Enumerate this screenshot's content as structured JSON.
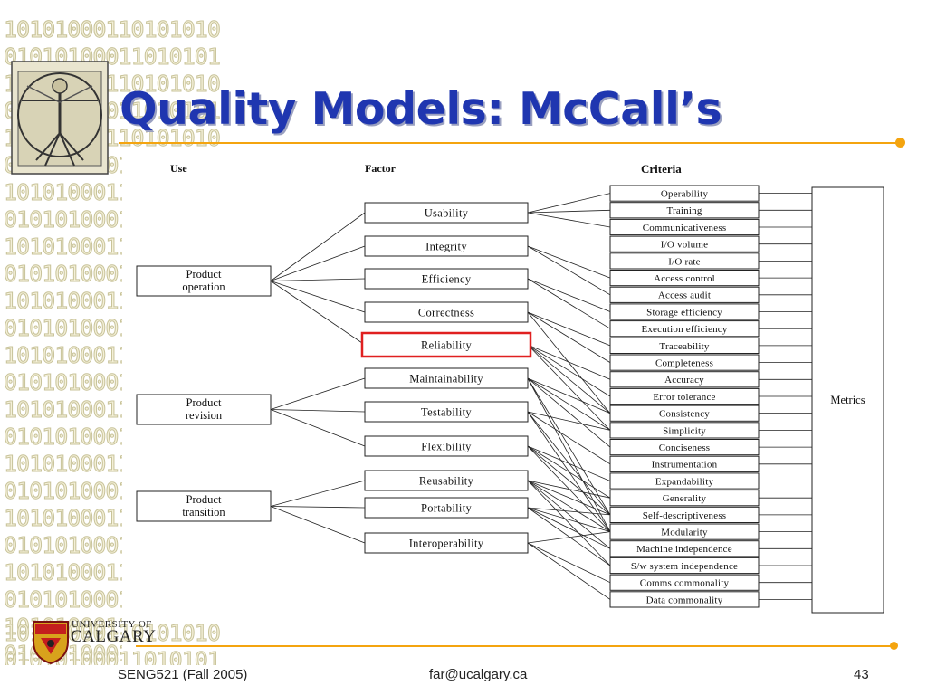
{
  "slide": {
    "title": "Quality Models: McCall’s",
    "accent_color": "#f4a40f",
    "title_color": "#1f36b0"
  },
  "decor": {
    "binary_text": "10101000110101010",
    "binary_alt": "01010100011010101",
    "logo_icon": "vitruvian-man-icon"
  },
  "diagram": {
    "headers": {
      "use": "Use",
      "factor": "Factor",
      "criteria": "Criteria"
    },
    "uses": [
      {
        "line1": "Product",
        "line2": "operation"
      },
      {
        "line1": "Product",
        "line2": "revision"
      },
      {
        "line1": "Product",
        "line2": "transition"
      }
    ],
    "factors": [
      "Usability",
      "Integrity",
      "Efficiency",
      "Correctness",
      "Reliability",
      "Maintainability",
      "Testability",
      "Flexibility",
      "Reusability",
      "Portability",
      "Interoperability"
    ],
    "highlighted_factor": "Reliability",
    "highlight_color": "#e02020",
    "criteria": [
      "Operability",
      "Training",
      "Communicativeness",
      "I/O volume",
      "I/O rate",
      "Access control",
      "Access audit",
      "Storage efficiency",
      "Execution efficiency",
      "Traceability",
      "Completeness",
      "Accuracy",
      "Error tolerance",
      "Consistency",
      "Simplicity",
      "Conciseness",
      "Instrumentation",
      "Expandability",
      "Generality",
      "Self-descriptiveness",
      "Modularity",
      "Machine independence",
      "S/w system independence",
      "Comms commonality",
      "Data commonality"
    ],
    "metrics": "Metrics",
    "use_factor_links": [
      [
        0,
        0
      ],
      [
        0,
        1
      ],
      [
        0,
        2
      ],
      [
        0,
        3
      ],
      [
        0,
        4
      ],
      [
        1,
        5
      ],
      [
        1,
        6
      ],
      [
        1,
        7
      ],
      [
        2,
        8
      ],
      [
        2,
        9
      ],
      [
        2,
        10
      ]
    ],
    "factor_criteria_links": [
      [
        0,
        0
      ],
      [
        0,
        1
      ],
      [
        0,
        2
      ],
      [
        1,
        5
      ],
      [
        1,
        6
      ],
      [
        2,
        7
      ],
      [
        2,
        8
      ],
      [
        3,
        9
      ],
      [
        3,
        10
      ],
      [
        3,
        13
      ],
      [
        4,
        11
      ],
      [
        4,
        12
      ],
      [
        4,
        13
      ],
      [
        4,
        14
      ],
      [
        5,
        13
      ],
      [
        5,
        14
      ],
      [
        5,
        15
      ],
      [
        5,
        19
      ],
      [
        5,
        20
      ],
      [
        6,
        14
      ],
      [
        6,
        16
      ],
      [
        6,
        19
      ],
      [
        6,
        20
      ],
      [
        7,
        17
      ],
      [
        7,
        18
      ],
      [
        7,
        19
      ],
      [
        7,
        20
      ],
      [
        8,
        18
      ],
      [
        8,
        19
      ],
      [
        8,
        20
      ],
      [
        8,
        21
      ],
      [
        8,
        22
      ],
      [
        9,
        19
      ],
      [
        9,
        20
      ],
      [
        9,
        21
      ],
      [
        9,
        22
      ],
      [
        10,
        20
      ],
      [
        10,
        23
      ],
      [
        10,
        24
      ]
    ]
  },
  "footer": {
    "course": "SENG521 (Fall 2005)",
    "email": "far@ucalgary.ca",
    "page": "43",
    "university_line1": "UNIVERSITY OF",
    "university_line2": "CALGARY",
    "crest_icon": "university-crest-icon"
  }
}
